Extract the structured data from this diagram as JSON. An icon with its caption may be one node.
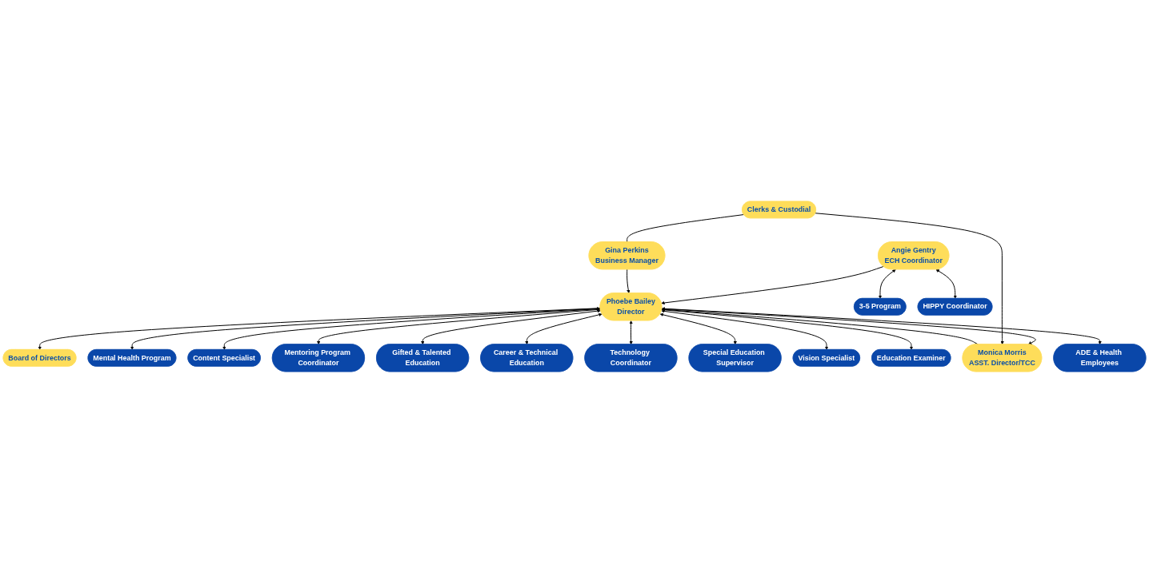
{
  "diagram": {
    "nodes": [
      {
        "text": [
          "Board of Directors"
        ]
      },
      {
        "text": [
          "Phoebe Bailey",
          "Director"
        ]
      },
      {
        "text": [
          "Mental Health Program"
        ]
      },
      {
        "text": [
          "Content Specialist"
        ]
      },
      {
        "text": [
          "Mentoring Program Coordinator"
        ]
      },
      {
        "text": [
          "Gifted & Talented Education"
        ]
      },
      {
        "text": [
          "Career & Technical Education"
        ]
      },
      {
        "text": [
          "Technology Coordinator"
        ]
      },
      {
        "text": [
          "Monica Morris",
          "ASST. Director/TCC"
        ]
      },
      {
        "text": [
          "Angie Gentry",
          "ECH Coordinator"
        ]
      },
      {
        "text": [
          "Gina Perkins",
          "Business Manager"
        ]
      },
      {
        "text": [
          "Clerks & Custodial"
        ]
      },
      {
        "text": [
          "Special Education Supervisor"
        ]
      },
      {
        "text": [
          "Vision Specialist"
        ]
      },
      {
        "text": [
          "Education Examiner"
        ]
      },
      {
        "text": [
          "ADE & Health Employees"
        ]
      },
      {
        "text": [
          "3-5 Program"
        ]
      },
      {
        "text": [
          "HIPPY Coordinator"
        ]
      }
    ],
    "edges": [
      {
        "from": 1,
        "to": 0,
        "arrow": "to"
      },
      {
        "from": 1,
        "to": 2,
        "arrow": "both"
      },
      {
        "from": 1,
        "to": 3,
        "arrow": "both"
      },
      {
        "from": 1,
        "to": 4,
        "arrow": "both"
      },
      {
        "from": 1,
        "to": 5,
        "arrow": "both"
      },
      {
        "from": 1,
        "to": 6,
        "arrow": "both"
      },
      {
        "from": 1,
        "to": 7,
        "arrow": "both"
      },
      {
        "from": 1,
        "to": 8,
        "arrow": "both"
      },
      {
        "from": 1,
        "to": 12,
        "arrow": "both"
      },
      {
        "from": 1,
        "to": 13,
        "arrow": "both"
      },
      {
        "from": 1,
        "to": 14,
        "arrow": "both"
      },
      {
        "from": 1,
        "to": 15,
        "arrow": "both"
      },
      {
        "from": 8,
        "to": 1,
        "arrow": "to"
      },
      {
        "from": 9,
        "to": 1,
        "arrow": "to"
      },
      {
        "from": 10,
        "to": 1,
        "arrow": "to"
      },
      {
        "from": 11,
        "to": 10,
        "arrow": "none"
      },
      {
        "from": 11,
        "to": 8,
        "arrow": "to"
      },
      {
        "from": 9,
        "to": 16,
        "arrow": "both"
      },
      {
        "from": 9,
        "to": 17,
        "arrow": "both"
      }
    ]
  }
}
